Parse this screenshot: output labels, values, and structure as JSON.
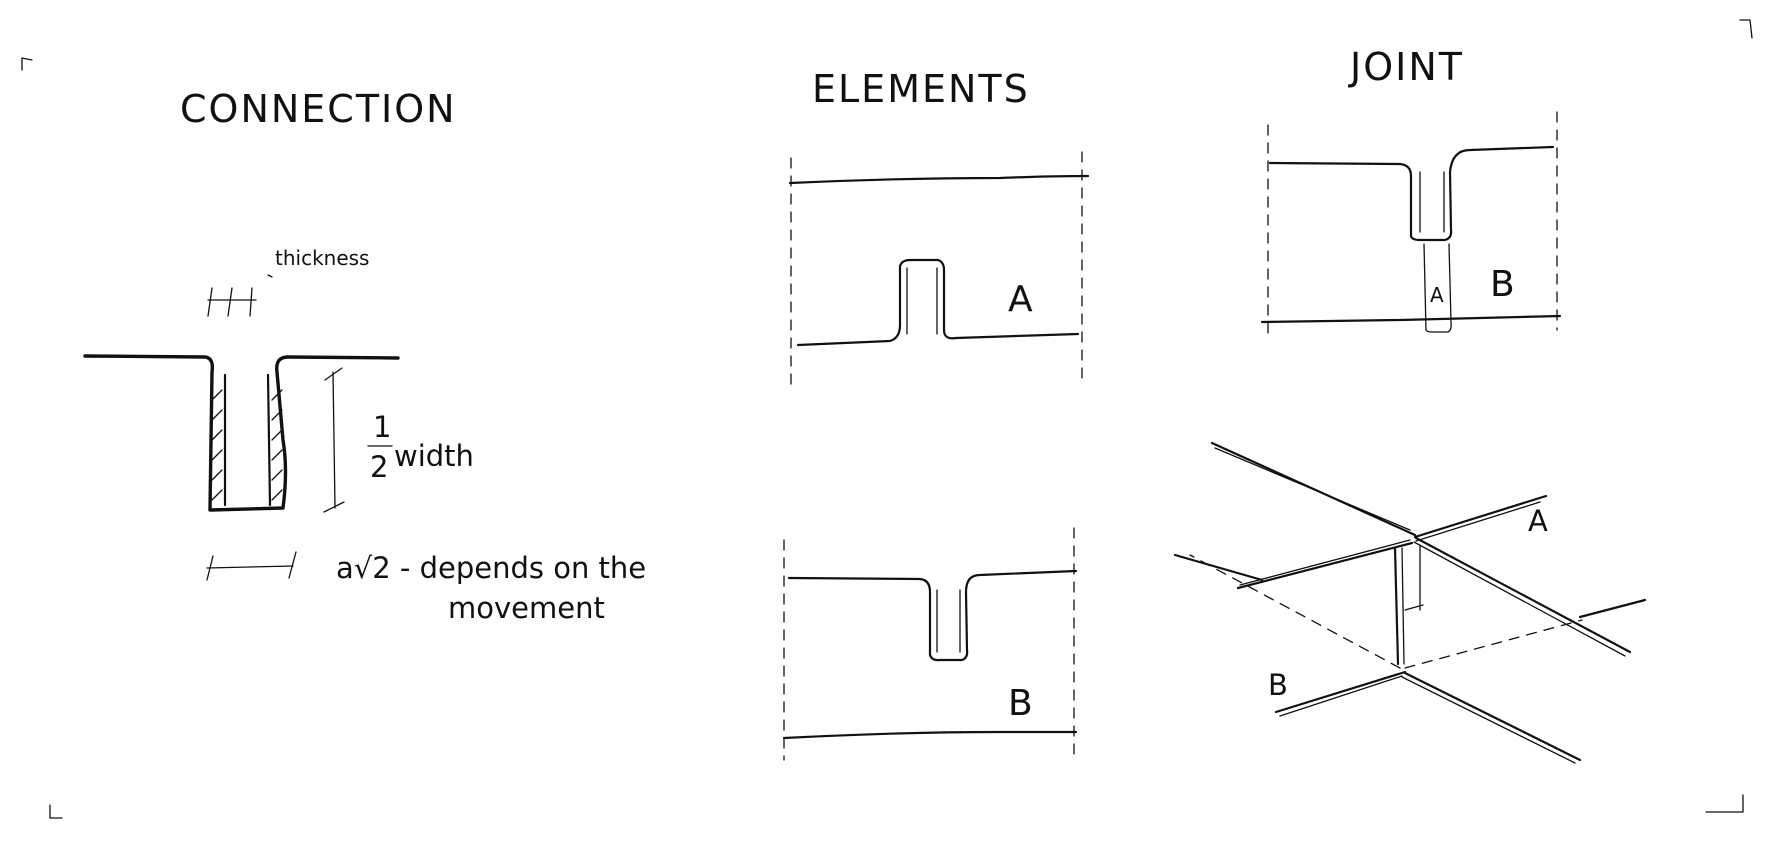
{
  "sections": {
    "connection": "CONNECTION",
    "elements": "ELEMENTS",
    "joint": "JOINT"
  },
  "connection": {
    "thickness_label": "thickness",
    "half_label": "1",
    "half_denominator": "2",
    "width_label": "width",
    "formula": "a√2 - depends on the",
    "formula_line2": "movement"
  },
  "elements": {
    "top_label": "A",
    "bottom_label": "B"
  },
  "joint": {
    "top_label": "B",
    "inner_label": "A",
    "iso_label_a": "A",
    "iso_label_b": "B"
  }
}
